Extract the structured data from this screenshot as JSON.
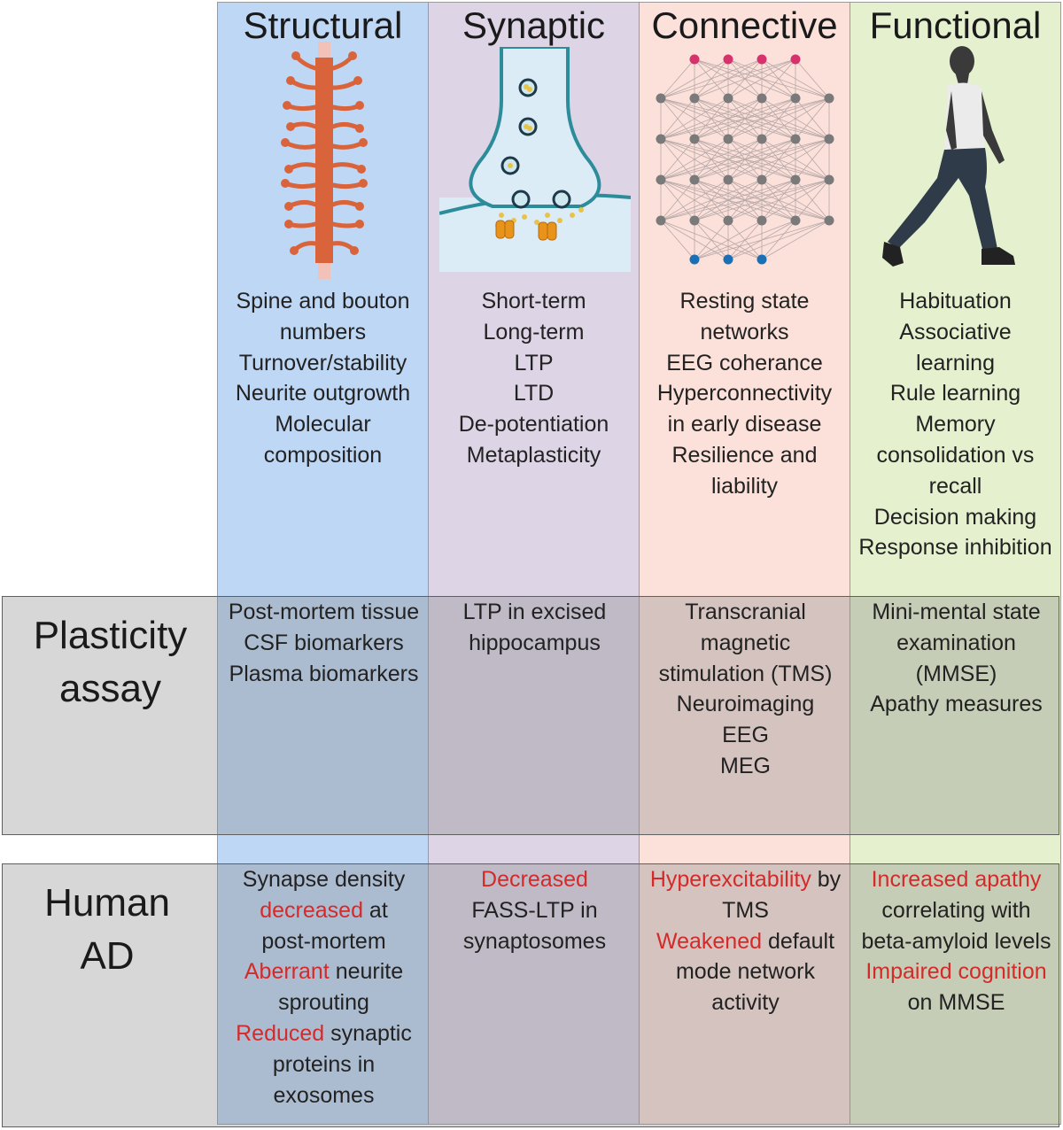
{
  "columns": [
    {
      "id": "structural",
      "title": "Structural",
      "bg": "#bed7f5",
      "items": [
        "Spine and bouton",
        "numbers",
        "Turnover/stability",
        "Neurite outgrowth",
        "Molecular",
        "composition"
      ]
    },
    {
      "id": "synaptic",
      "title": "Synaptic",
      "bg": "#ddd4e6",
      "items": [
        "Short-term",
        "Long-term",
        "LTP",
        "LTD",
        "De-potentiation",
        "Metaplasticity"
      ]
    },
    {
      "id": "connective",
      "title": "Connective",
      "bg": "#fbe1da",
      "items": [
        "Resting state",
        "networks",
        "EEG coherance",
        "Hyperconnectivity",
        "in early disease",
        "Resilience and",
        "liability"
      ]
    },
    {
      "id": "functional",
      "title": "Functional",
      "bg": "#e5f0cf",
      "items": [
        "Habituation",
        "Associative",
        "learning",
        "Rule learning",
        "Memory",
        "consolidation vs",
        "recall",
        "Decision making",
        "Response inhibition"
      ]
    }
  ],
  "rows": {
    "assay": {
      "label_lines": [
        "Plasticity",
        "assay"
      ],
      "cells": [
        [
          "Post-mortem tissue",
          "CSF biomarkers",
          "Plasma biomarkers"
        ],
        [
          "LTP in excised",
          "hippocampus"
        ],
        [
          "Transcranial",
          "magnetic",
          "stimulation (TMS)",
          "Neuroimaging",
          "EEG",
          "MEG"
        ],
        [
          "Mini-mental state",
          "examination",
          "(MMSE)",
          "Apathy measures"
        ]
      ]
    },
    "human": {
      "label_lines": [
        "Human",
        "AD"
      ],
      "cells": [
        [
          [
            {
              "t": "Synapse density"
            }
          ],
          [
            {
              "t": "decreased",
              "red": true
            },
            {
              "t": " at"
            }
          ],
          [
            {
              "t": "post-mortem"
            }
          ],
          [
            {
              "t": "Aberrant",
              "red": true
            },
            {
              "t": " neurite"
            }
          ],
          [
            {
              "t": "sprouting"
            }
          ],
          [
            {
              "t": "Reduced",
              "red": true
            },
            {
              "t": " synaptic"
            }
          ],
          [
            {
              "t": "proteins in"
            }
          ],
          [
            {
              "t": "exosomes"
            }
          ]
        ],
        [
          [
            {
              "t": "Decreased",
              "red": true
            }
          ],
          [
            {
              "t": "FASS-LTP in"
            }
          ],
          [
            {
              "t": "synaptosomes"
            }
          ]
        ],
        [
          [
            {
              "t": "Hyperexcitability",
              "red": true
            },
            {
              "t": " by"
            }
          ],
          [
            {
              "t": "TMS"
            }
          ],
          [
            {
              "t": "Weakened",
              "red": true
            },
            {
              "t": " default"
            }
          ],
          [
            {
              "t": "mode network"
            }
          ],
          [
            {
              "t": "activity"
            }
          ]
        ],
        [
          [
            {
              "t": "Increased apathy",
              "red": true
            }
          ],
          [
            {
              "t": "correlating with"
            }
          ],
          [
            {
              "t": "beta-amyloid levels"
            }
          ],
          [
            {
              "t": "Impaired cognition",
              "red": true
            }
          ],
          [
            {
              "t": "on MMSE"
            }
          ]
        ]
      ]
    }
  },
  "colors": {
    "highlight": "#d42a2a",
    "band": "#8a8a8a",
    "spine": "#d9633a",
    "dendrite_node": "#7a7a7a",
    "input_node": "#d6336c",
    "output_node": "#1b6fb5",
    "synapse_fill": "#dcecf7",
    "synapse_stroke": "#2c8c9a",
    "receptor": "#e8941a",
    "figure_dark": "#2f3b48"
  },
  "icons": {
    "structural": "dendrite-with-spines-icon",
    "synaptic": "synapse-icon",
    "connective": "neural-network-icon",
    "functional": "walking-person-icon"
  }
}
